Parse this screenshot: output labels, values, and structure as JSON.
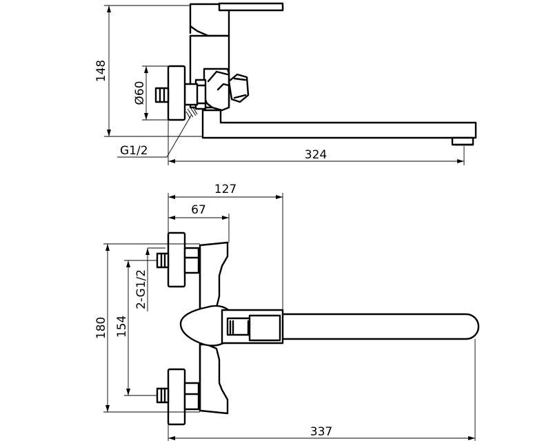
{
  "side_view": {
    "height_label": "148",
    "flange_diameter_label": "Ø60",
    "inlet_thread_label": "G1/2",
    "spout_length_label": "324"
  },
  "top_view": {
    "body_offset_label": "127",
    "flange_offset_label": "67",
    "overall_height_label": "180",
    "inlet_spacing_label": "154",
    "inlet_thread_label": "2-G1/2",
    "overall_length_label": "337"
  }
}
